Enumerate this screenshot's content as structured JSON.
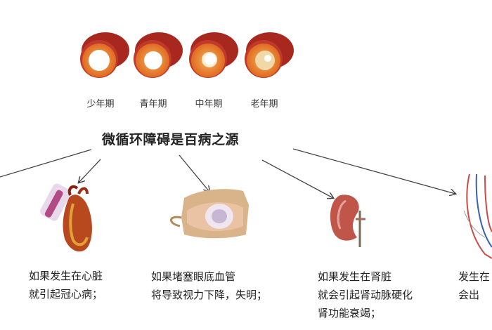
{
  "stages": [
    {
      "label": "少年期",
      "occlusion": "none"
    },
    {
      "label": "青年期",
      "occlusion": "slight"
    },
    {
      "label": "中年期",
      "occlusion": "moderate"
    },
    {
      "label": "老年期",
      "occlusion": "severe"
    }
  ],
  "title": "微循环障碍是百病之源",
  "effects": [
    {
      "organ": "heart",
      "line1": "如果发生在心脏",
      "line2": "就引起冠心病；",
      "line3": ""
    },
    {
      "organ": "eye",
      "line1": "如果堵塞眼底血管",
      "line2": "将导致视力下降，失明；",
      "line3": ""
    },
    {
      "organ": "kidney",
      "line1": "如果发生在肾脏",
      "line2": "就会引起肾动脉硬化",
      "line3": "肾功能衰竭；"
    },
    {
      "organ": "brain",
      "line1": "发生在",
      "line2": "会出",
      "line3": ""
    }
  ],
  "colors": {
    "vessel_outer": "#c0392b",
    "vessel_wall": "#e8772a",
    "vessel_inner": "#f3a14a",
    "plaque": "#f2dfb0",
    "arrow": "#444444"
  }
}
